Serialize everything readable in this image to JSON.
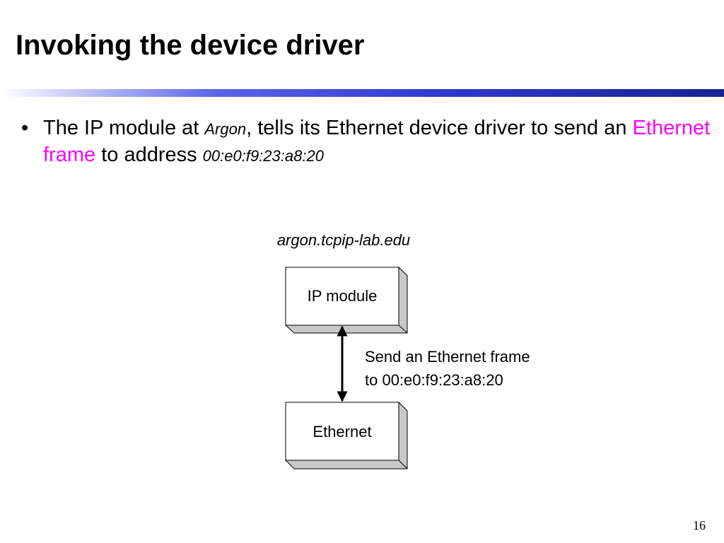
{
  "slide": {
    "title": "Invoking the device driver",
    "bullet": {
      "part1": "The IP module at ",
      "host": "Argon",
      "part2": ", tells its Ethernet device driver to send an ",
      "highlight": "Ethernet frame",
      "part3": "  to address ",
      "address": "00:e0:f9:23:a8:20"
    },
    "page_number": "16"
  },
  "diagram": {
    "host_label": "argon.tcpip-lab.edu",
    "top_box": "IP module",
    "bottom_box": "Ethernet",
    "annotation_line1": "Send an Ethernet frame",
    "annotation_line2": "to 00:e0:f9:23:a8:20"
  },
  "colors": {
    "highlight": "#ff00ff",
    "rule": "#2f3bd0",
    "box_shadow": "#c8c8c8"
  }
}
